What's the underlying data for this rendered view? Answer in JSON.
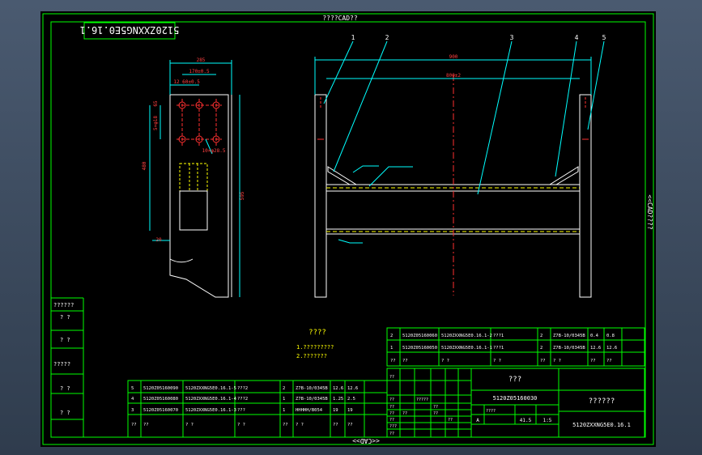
{
  "frame": {
    "top_label": "????CAD??",
    "bottom_label": "<<CAD>>",
    "right_label": "<<CAD????"
  },
  "drawing_number_rotated": "5120ZXXNG5E0.16.1",
  "callouts": [
    "1",
    "2",
    "3",
    "4",
    "5"
  ],
  "side_view": {
    "dims": [
      "285",
      "170±0.5",
      "12",
      "60±0.5",
      "65",
      "5×φ18",
      "10×φ28.5",
      "480",
      "20",
      "595"
    ]
  },
  "front_view": {
    "dims": [
      "900",
      "800±2"
    ]
  },
  "notes": {
    "title": "????",
    "lines": [
      "1.?????????",
      "2.???????"
    ]
  },
  "left_panel_labels": [
    "??????",
    "? ?",
    "? ?",
    "?????",
    "? ?",
    "? ?"
  ],
  "upper_bom": {
    "rows": [
      [
        "2",
        "5120Z05160060",
        "5120ZXXNG5E0.16.1-2",
        "???1",
        "2",
        "Z7B-10/0345B",
        "0.4",
        "0.8"
      ],
      [
        "1",
        "5120Z05160050",
        "5120ZXXNG5E0.16.1-1",
        "???1",
        "2",
        "Z7B-10/0345B",
        "12.6",
        "12.6"
      ],
      [
        "??",
        "??",
        "? ?",
        "? ?",
        "??",
        "? ?",
        "??",
        "??"
      ]
    ]
  },
  "lower_bom": {
    "rows": [
      [
        "5",
        "5120Z05160090",
        "5120ZXXNG5E0.16.1-5",
        "???2",
        "2",
        "Z7B-10/0345B",
        "12.6",
        "12.6"
      ],
      [
        "4",
        "5120Z05160080",
        "5120ZXXNG5E0.16.1-4",
        "???2",
        "1",
        "Z7B-10/0345B",
        "1.25",
        "2.5"
      ],
      [
        "3",
        "5120Z05160070",
        "5120ZXXNG5E0.16.1-3",
        "???",
        "1",
        "HHHHH/B054",
        "19",
        "19"
      ],
      [
        "??",
        "??",
        "? ?",
        "? ?",
        "??",
        "? ?",
        "??",
        "??"
      ]
    ]
  },
  "title_block": {
    "part_name": "???",
    "code": "5120Z05160030",
    "right_name": "??????",
    "drawing_no": "5120ZXXNG5E0.16.1",
    "scale_row": [
      "A",
      "",
      "41.5",
      "1:5"
    ],
    "mini_labels": [
      "??",
      "??",
      "??",
      "?????",
      "??",
      "??",
      "???",
      "??",
      "??",
      "??",
      "??",
      "??",
      "????"
    ]
  }
}
